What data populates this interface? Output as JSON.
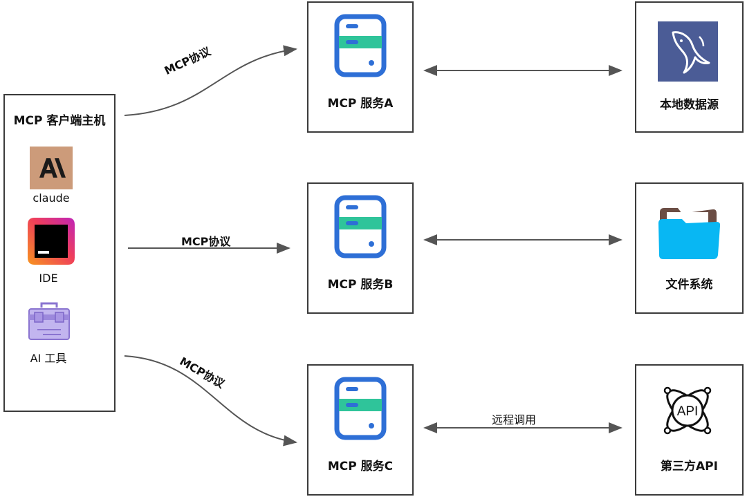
{
  "host": {
    "title": "MCP 客户端主机",
    "clients": [
      {
        "label": "claude",
        "icon": "anthropic-logo-icon"
      },
      {
        "label": "IDE",
        "icon": "ide-terminal-icon"
      },
      {
        "label": "AI 工具",
        "icon": "toolbox-icon"
      }
    ]
  },
  "servers": [
    {
      "label": "MCP 服务A",
      "icon": "server-icon"
    },
    {
      "label": "MCP 服务B",
      "icon": "server-icon"
    },
    {
      "label": "MCP 服务C",
      "icon": "server-icon"
    }
  ],
  "resources": [
    {
      "label": "本地数据源",
      "icon": "mysql-dolphin-icon"
    },
    {
      "label": "文件系统",
      "icon": "folder-icon"
    },
    {
      "label": "第三方API",
      "icon": "api-icon",
      "badge": "API"
    }
  ],
  "edges": {
    "protocol_a": "MCP协议",
    "protocol_b": "MCP协议",
    "protocol_c": "MCP协议",
    "remote_call": "远程调用"
  },
  "colors": {
    "server_blue": "#2e6fd6",
    "server_green": "#2fc49a",
    "mysql_bg": "#4b5c96",
    "folder_blue": "#08b7f3",
    "folder_back": "#6b4d44",
    "anthropic_bg": "#cc9b7a",
    "ide_orange": "#f46c1b",
    "ide_magenta": "#e52f78",
    "toolbox_purple": "#9480d6",
    "arrow": "#555555"
  }
}
